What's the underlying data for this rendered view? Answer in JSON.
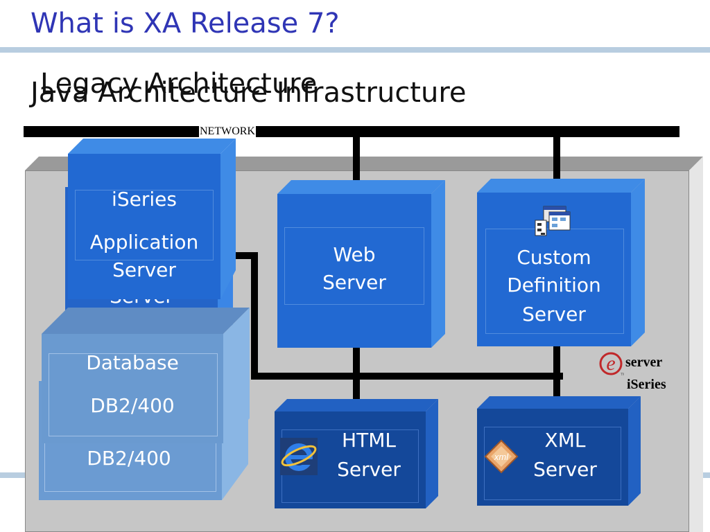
{
  "slide": {
    "title": "What is XA Release 7?",
    "subtitle_back": "Legacy Architecture",
    "subtitle_front": "Java Architecture Infrastructure",
    "network_label": "NETWORK"
  },
  "servers": {
    "app": {
      "line1": "iSeries",
      "line2": "Application",
      "line3": "Server",
      "ghost": "Server"
    },
    "web": {
      "line1": "Web",
      "line2": "Server"
    },
    "custom": {
      "line1": "Custom",
      "line2": "Definition",
      "line3": "Server"
    },
    "database": {
      "line1": "Database",
      "line2": "DB2/400",
      "ghost": "DB2/400"
    },
    "html": {
      "line1": "HTML",
      "line2": "Server"
    },
    "xml": {
      "line1": "XML",
      "line2": "Server"
    }
  },
  "brand": {
    "line1": "server",
    "line2": "iSeries"
  },
  "icons": [
    "internet-explorer-icon",
    "xml-diamond-icon",
    "network-diagram-icon",
    "eserver-logo-icon"
  ],
  "colors": {
    "title": "#2f35b5",
    "box_dark": "#1f5fc2",
    "box_mid": "#2a72d6",
    "box_navy": "#14489a",
    "db_face": "#6a9ad0",
    "platform": "#c6c6c6"
  }
}
